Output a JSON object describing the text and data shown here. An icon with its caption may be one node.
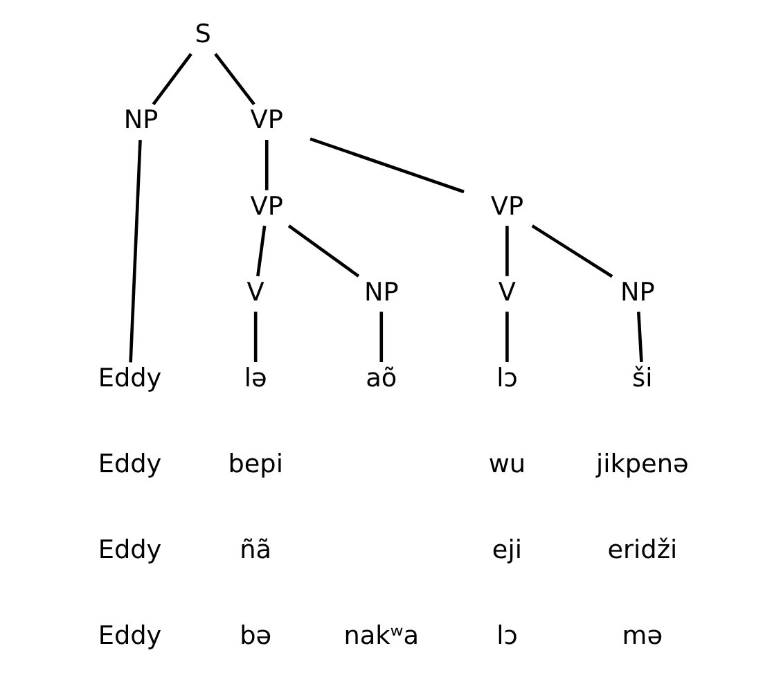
{
  "diagram": {
    "nodes": [
      {
        "text": [
          "S"
        ]
      },
      {
        "text": [
          "NP"
        ]
      },
      {
        "text": [
          "VP"
        ]
      },
      {
        "text": [
          "VP"
        ]
      },
      {
        "text": [
          "VP"
        ]
      },
      {
        "text": [
          "V"
        ]
      },
      {
        "text": [
          "NP"
        ]
      },
      {
        "text": [
          "V"
        ]
      },
      {
        "text": [
          "NP"
        ]
      },
      {
        "text": [
          "Eddy"
        ]
      },
      {
        "text": [
          "lə"
        ]
      },
      {
        "text": [
          "aõ"
        ]
      },
      {
        "text": [
          "lɔ"
        ]
      },
      {
        "text": [
          "ši"
        ]
      }
    ],
    "edges": [
      {
        "from": 0,
        "to": 1,
        "arrow": "none"
      },
      {
        "from": 0,
        "to": 2,
        "arrow": "none"
      },
      {
        "from": 1,
        "to": 9,
        "arrow": "none"
      },
      {
        "from": 2,
        "to": 3,
        "arrow": "none"
      },
      {
        "from": 2,
        "to": 4,
        "arrow": "none"
      },
      {
        "from": 3,
        "to": 5,
        "arrow": "none"
      },
      {
        "from": 3,
        "to": 6,
        "arrow": "none"
      },
      {
        "from": 4,
        "to": 7,
        "arrow": "none"
      },
      {
        "from": 4,
        "to": 8,
        "arrow": "none"
      },
      {
        "from": 5,
        "to": 10,
        "arrow": "none"
      },
      {
        "from": 6,
        "to": 11,
        "arrow": "none"
      },
      {
        "from": 7,
        "to": 12,
        "arrow": "none"
      },
      {
        "from": 8,
        "to": 13,
        "arrow": "none"
      }
    ],
    "labels": [
      "Eddy",
      "bepi",
      "wu",
      "jikpenə",
      "Eddy",
      "ñã",
      "eji",
      "eridži",
      "Eddy",
      "bə",
      "nakʷa",
      "lɔ",
      "mə"
    ]
  }
}
